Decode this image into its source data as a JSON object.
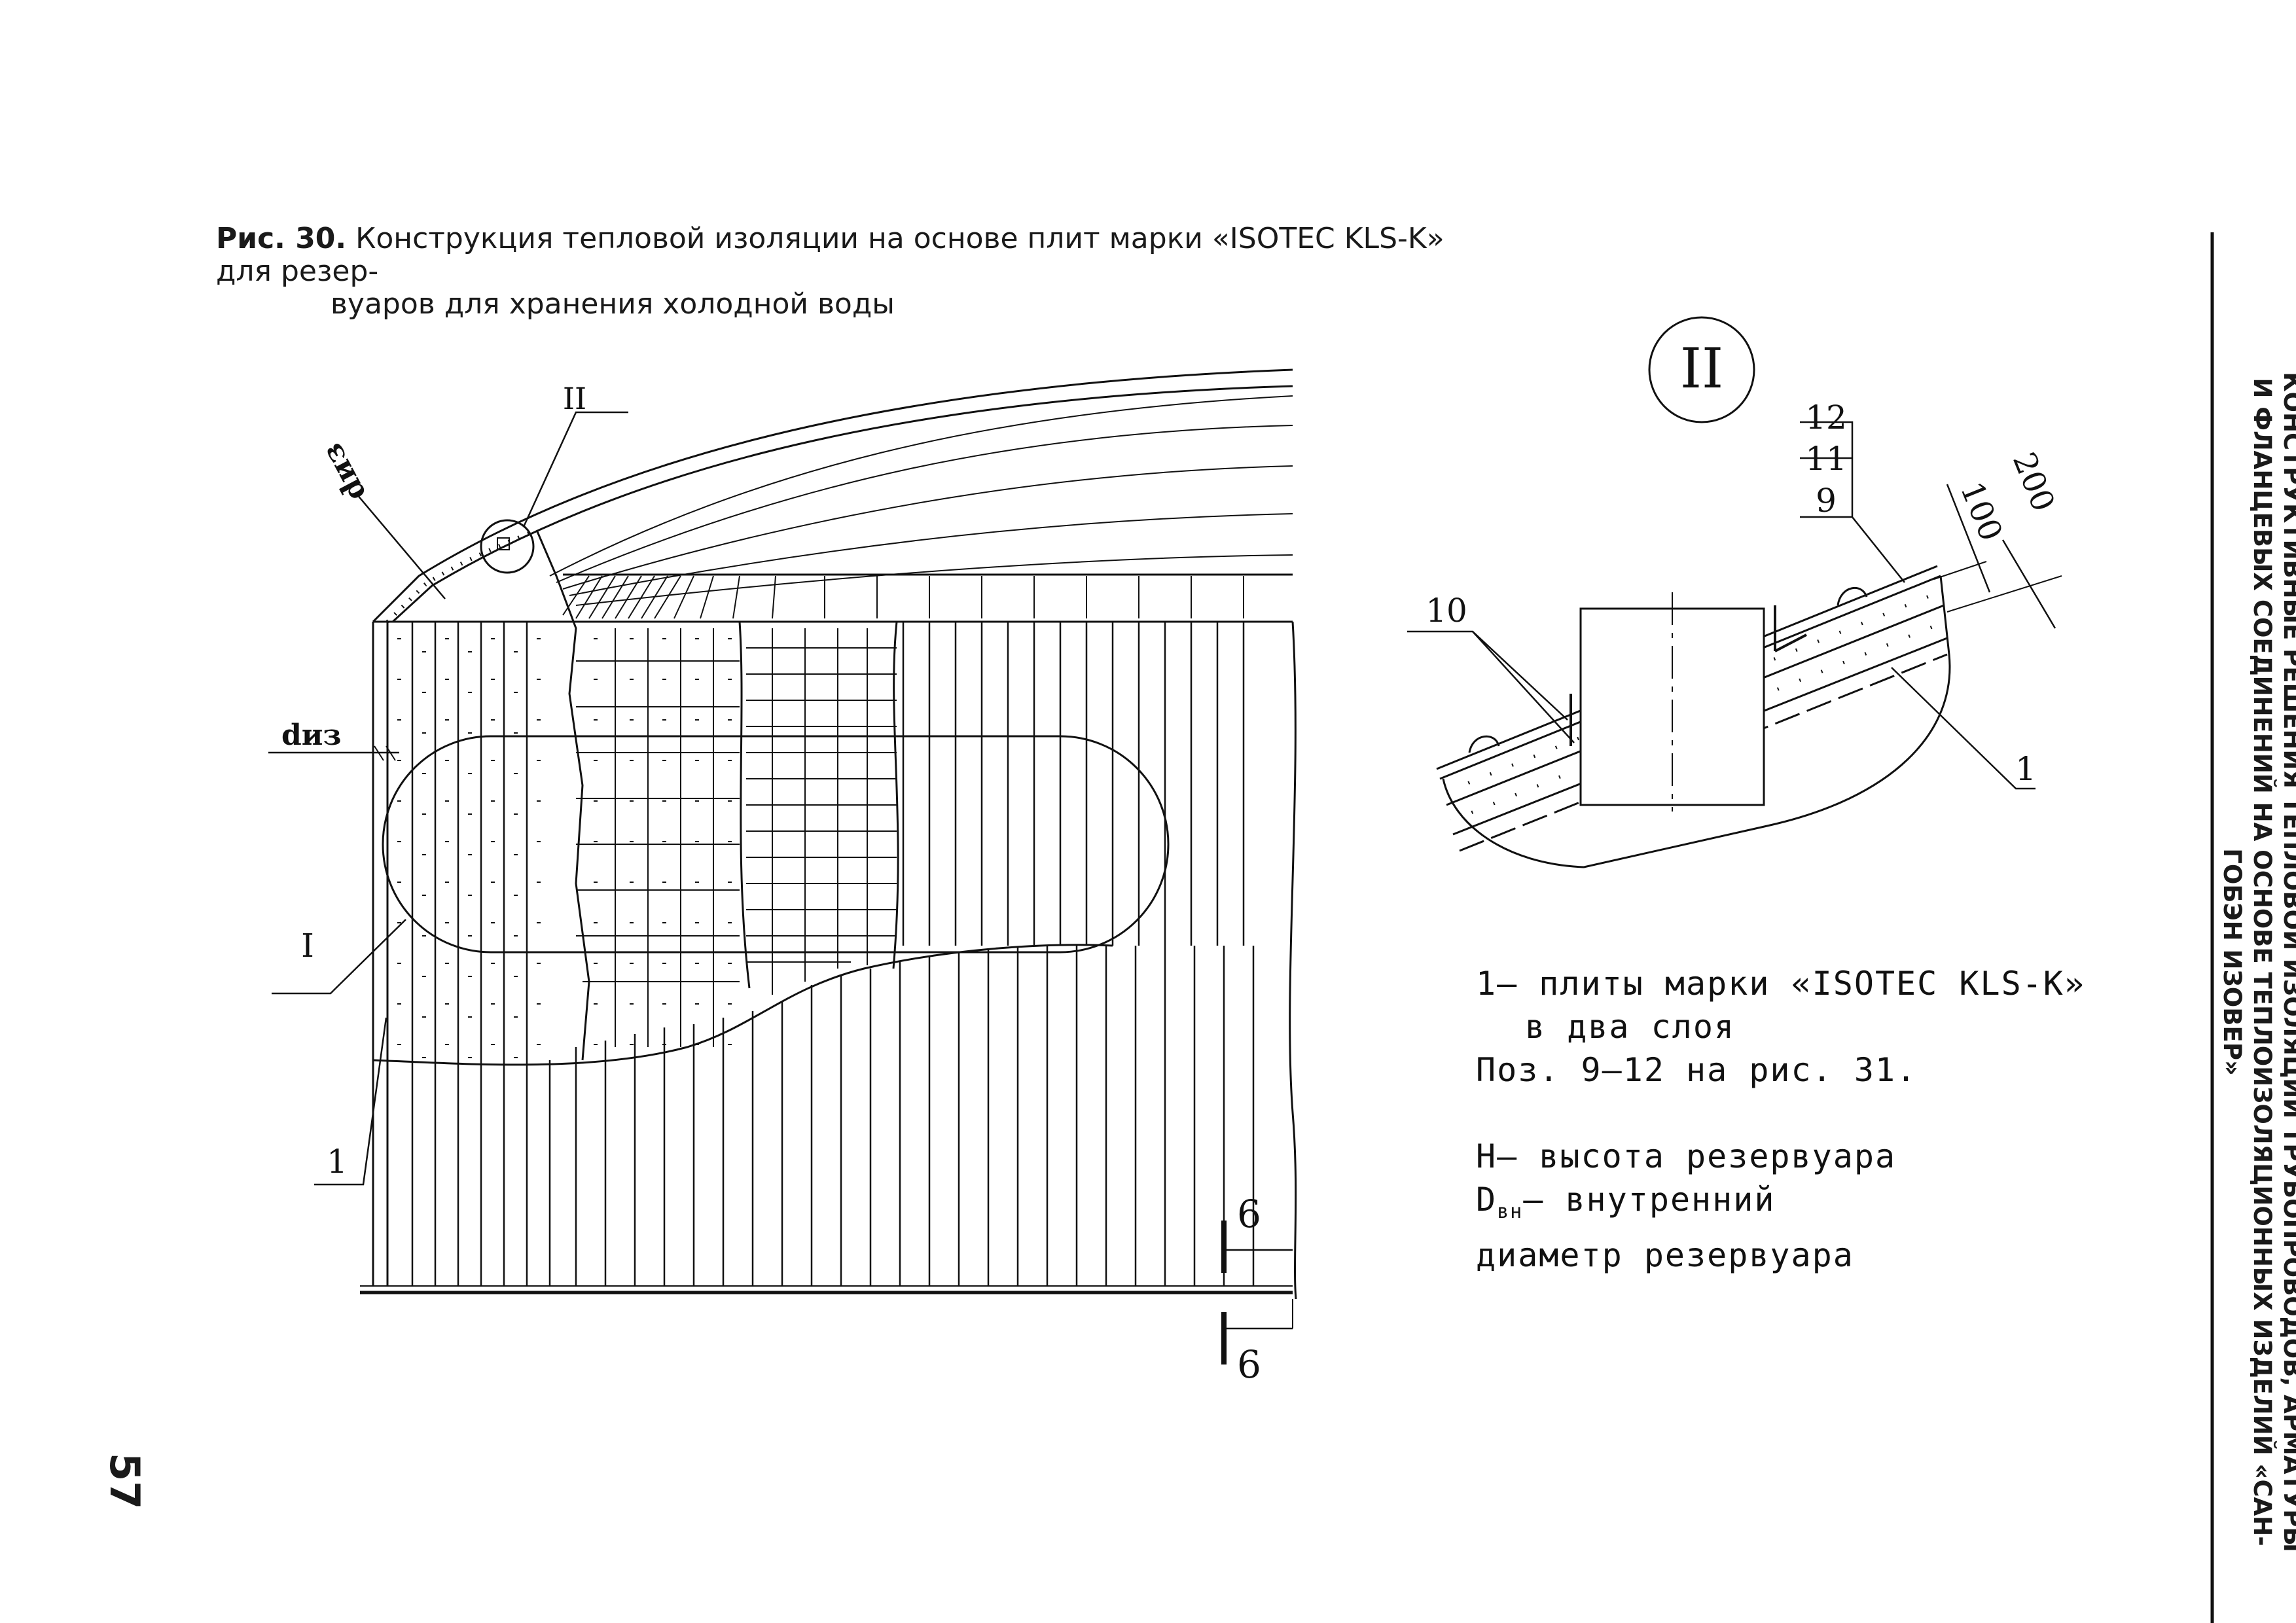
{
  "caption": {
    "number": "Рис. 30.",
    "text_line1": "Конструкция тепловой изоляции на основе плит марки «ISOTEC KLS-K» для резер-",
    "text_line2": "вуаров для хранения холодной воды"
  },
  "side_header": {
    "line1": "КОНСТРУКТИВНЫЕ РЕШЕНИЯ ТЕПЛОВОЙ ИЗОЛЯЦИИ ТРУБОПРОВОДОВ, АРМАТУРЫ",
    "line2": "И ФЛАНЦЕВЫХ СОЕДИНЕНИЙ НА ОСНОВЕ ТЕПЛОИЗОЛЯЦИОННЫХ ИЗДЕЛИЙ «САН-ГОБЭН ИЗОВЕР»"
  },
  "page_number": "57",
  "main_view": {
    "detail_ref": "II",
    "thickness_label_roof": "dиз",
    "thickness_label_wall": "dиз",
    "zone_label": "I",
    "pos_label": "1",
    "section_mark": "6"
  },
  "detail_view": {
    "title": "II",
    "positions": {
      "p12": "12",
      "p11": "11",
      "p9": "9",
      "p10": "10",
      "p1": "1"
    },
    "dims": {
      "d100": "100",
      "d200": "200"
    }
  },
  "legend": {
    "item1_line1": "1– плиты марки «ISOTEC KLS-K»",
    "item1_line2": "в два слоя",
    "ref_line": "Поз. 9–12 на рис. 31.",
    "h_line": "H– высота резервуара",
    "d_prefix": "D",
    "d_sub": "вн",
    "d_line_rest": "– внутренний",
    "d_line2": "диаметр резервуара"
  }
}
